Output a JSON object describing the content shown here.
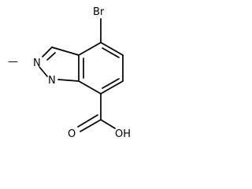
{
  "molecule": {
    "atoms": {
      "bromine": "Br",
      "ring_nitrogen_2": "N",
      "ring_nitrogen_1": "N",
      "methyl_dash": "—",
      "acid_oxygen": "O",
      "hydroxyl": "OH"
    },
    "colors": {
      "bond": "#000000",
      "text": "#000000",
      "background": "#ffffff"
    }
  }
}
